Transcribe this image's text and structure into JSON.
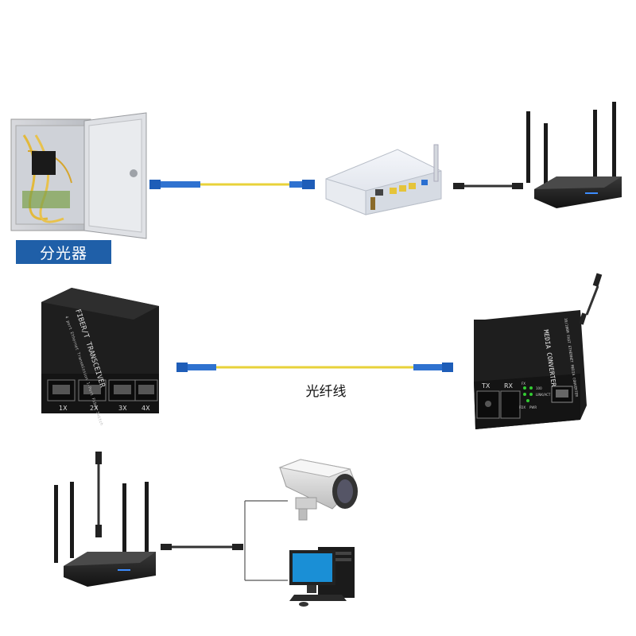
{
  "labels": {
    "splitter": "分光器",
    "fiber_line": "光纤线"
  },
  "switch": {
    "brand_line": "FIBER/T TRANSCEIVER",
    "sub_line": "4 port Ethernet Transmission 1-Port Fiber Switch",
    "ports": [
      "1X",
      "2X",
      "3X",
      "4X"
    ]
  },
  "converter": {
    "title": "MEDIA CONVERTER",
    "sub_line": "10/100M FAST ETHERNET MEDIA CONVERTER",
    "tx": "TX",
    "rx": "RX",
    "leds": [
      "FX",
      "100",
      "LINK/ACT",
      "FDX",
      "PWR"
    ]
  },
  "colors": {
    "label_bg": "#1f5fa8",
    "fiber": "#e8d23a",
    "connector": "#1e5db8",
    "device_dark": "#1c1c1c"
  }
}
